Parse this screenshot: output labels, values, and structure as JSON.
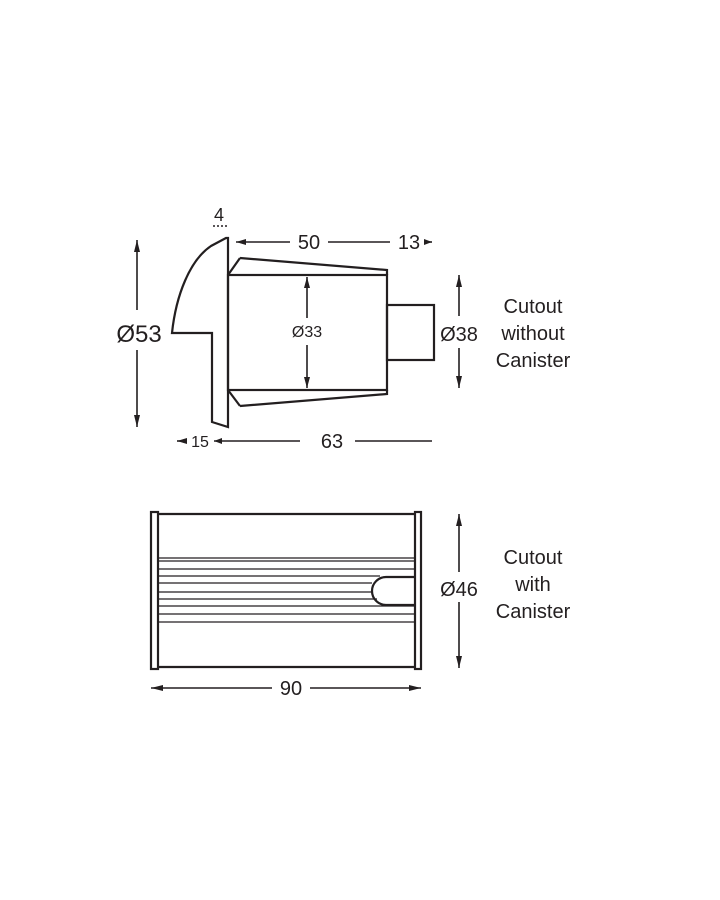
{
  "top_view": {
    "dim_flange_thickness": "4",
    "dim_body_length": "50",
    "dim_tail_length": "13",
    "dim_flange_diameter": "Ø53",
    "dim_body_diameter": "Ø33",
    "dim_cutout_diameter": "Ø38",
    "dim_flange_depth": "15",
    "dim_overall_length": "63",
    "caption_lines": [
      "Cutout",
      "without",
      "Canister"
    ]
  },
  "bottom_view": {
    "dim_canister_diameter": "Ø46",
    "dim_canister_length": "90",
    "caption_lines": [
      "Cutout",
      "with",
      "Canister"
    ]
  },
  "colors": {
    "line": "#231f20",
    "background": "#ffffff"
  }
}
